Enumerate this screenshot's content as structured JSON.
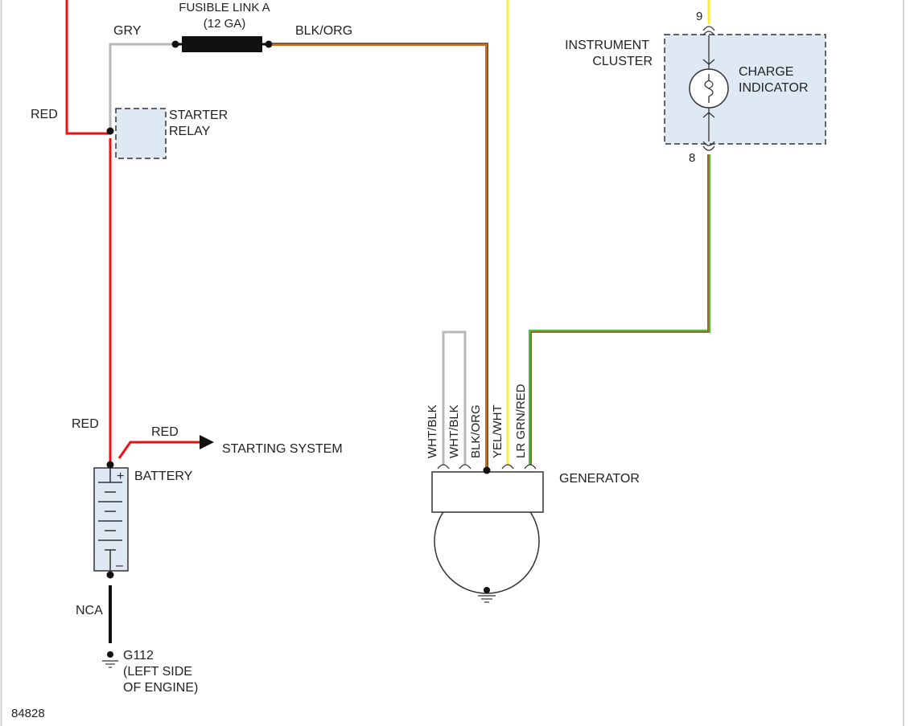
{
  "wire_colors": {
    "red": "#ee1111",
    "gray": "#b8b8b8",
    "brown": "#8a5a2b",
    "orange": "#e07820",
    "yellow": "#ffee33",
    "green": "#44c040",
    "black": "#111111"
  },
  "box_fill": "#dfe9f3",
  "labels": {
    "fusible_link_line1": "FUSIBLE LINK A",
    "fusible_link_line2": "(12 GA)",
    "gry": "GRY",
    "blk_org_top": "BLK/ORG",
    "red_top": "RED",
    "starter_relay_line1": "STARTER",
    "starter_relay_line2": "RELAY",
    "red_battery": "RED",
    "red_arrow": "RED",
    "starting_system": "STARTING SYSTEM",
    "battery": "BATTERY",
    "battery_plus": "+",
    "battery_minus": "–",
    "nca": "NCA",
    "ground_line1": "G112",
    "ground_line2": "(LEFT SIDE",
    "ground_line3": "OF ENGINE)",
    "generator": "GENERATOR",
    "instrument_cluster_line1": "INSTRUMENT",
    "instrument_cluster_line2": "CLUSTER",
    "charge_indicator_line1": "CHARGE",
    "charge_indicator_line2": "INDICATOR",
    "pin_9": "9",
    "pin_8": "8",
    "diagram_number": "84828",
    "gen_wire_1": "WHT/BLK",
    "gen_wire_2": "WHT/BLK",
    "gen_wire_3": "BLK/ORG",
    "gen_wire_4": "YEL/WHT",
    "gen_wire_5": "LR GRN/RED"
  }
}
